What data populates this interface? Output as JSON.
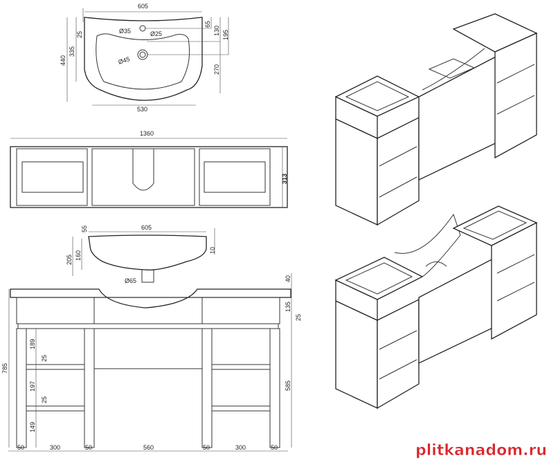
{
  "drawing": {
    "title": "Vanity unit with washbasin - dimensional drawing",
    "basin_top": {
      "width_top": "605",
      "width_bottom": "530",
      "depth": "440",
      "depth_inner": "335",
      "rim": "25",
      "tap_hole": "Ø35",
      "overflow": "Ø25",
      "drain": "Ø45",
      "right_dims": [
        "65",
        "130",
        "195",
        "270"
      ]
    },
    "front_strip": {
      "width": "1360",
      "height": "313"
    },
    "basin_side": {
      "width": "605",
      "lip": "55",
      "height": "205",
      "bowl": "160",
      "rim": "10",
      "drain": "Ø65"
    },
    "cabinet": {
      "total_height": "785",
      "top": "40",
      "drawer": "135",
      "board": "25",
      "leg_height": "585",
      "shelf_gaps": [
        "189",
        "197",
        "149"
      ],
      "shelf_thickness": [
        "25",
        "25"
      ],
      "bottom_widths": [
        "50",
        "300",
        "50",
        "560",
        "50",
        "300",
        "50"
      ]
    }
  },
  "watermark": "plitkanadom.ru"
}
